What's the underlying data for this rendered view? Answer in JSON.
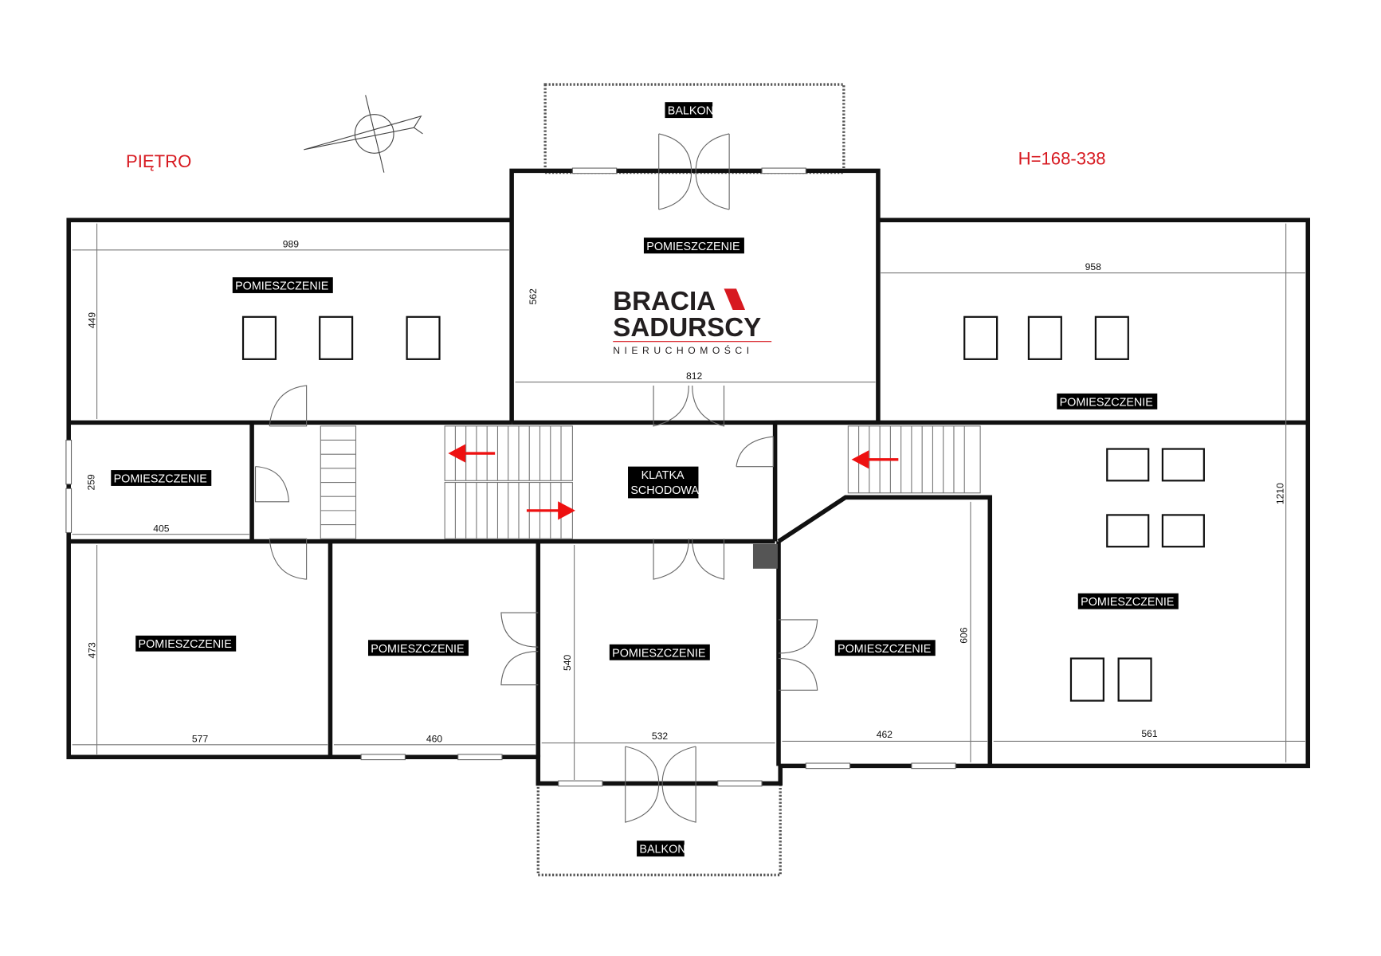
{
  "header": {
    "floor": "PIĘTRO",
    "height_note": "H=168-338"
  },
  "logo": {
    "line1": "BRACIA",
    "line2": "SADURSCY",
    "line3": "NIERUCHOMOŚCI"
  },
  "rooms": {
    "balcony_top": "BALKON",
    "balcony_bottom": "BALKON",
    "center_top": "POMIESZCZENIE",
    "left_top": "POMIESZCZENIE",
    "left_small": "POMIESZCZENIE",
    "right_upper": "POMIESZCZENIE",
    "right_lower": "POMIESZCZENIE",
    "stairs_1": "KLATKA",
    "stairs_2": "SCHODOWA",
    "bottom_1": "POMIESZCZENIE",
    "bottom_2": "POMIESZCZENIE",
    "bottom_3": "POMIESZCZENIE",
    "bottom_4": "POMIESZCZENIE"
  },
  "dimensions": {
    "d989": "989",
    "d449": "449",
    "d562": "562",
    "d812": "812",
    "d958": "958",
    "d1210": "1210",
    "d259": "259",
    "d405": "405",
    "d473": "473",
    "d577": "577",
    "d460": "460",
    "d540": "540",
    "d532": "532",
    "d606": "606",
    "d462": "462",
    "d561": "561"
  },
  "colors": {
    "accent": "#d71920",
    "walls": "#111111"
  }
}
